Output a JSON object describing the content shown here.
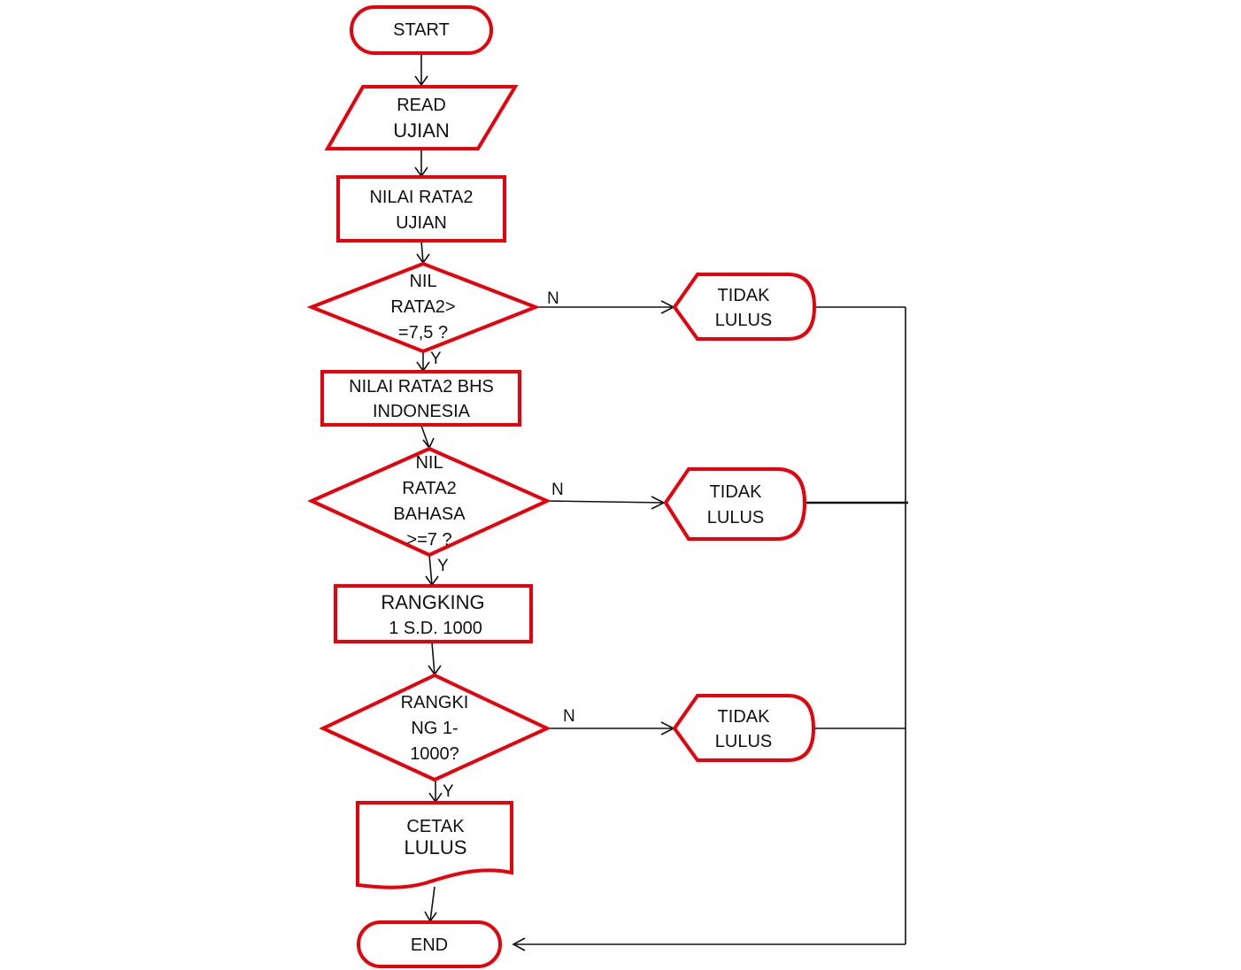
{
  "flowchart": {
    "start": "START",
    "read": [
      "READ",
      "UJIAN"
    ],
    "avg_exam": [
      "NILAI RATA2",
      "UJIAN"
    ],
    "decision1": [
      "NIL",
      "RATA2>",
      "=7,5 ?"
    ],
    "avg_indonesian": [
      "NILAI RATA2 BHS",
      "INDONESIA"
    ],
    "decision2": [
      "NIL",
      "RATA2",
      "BAHASA",
      ">=7 ?"
    ],
    "ranking": [
      "RANGKING",
      "1  S.D. 1000"
    ],
    "decision3": [
      "RANGKI",
      "NG 1-",
      "1000?"
    ],
    "fail1": [
      "TIDAK",
      "LULUS"
    ],
    "fail2": [
      "TIDAK",
      "LULUS"
    ],
    "fail3": [
      "TIDAK",
      "LULUS"
    ],
    "print_pass": [
      "CETAK",
      "LULUS"
    ],
    "end": "END",
    "yes_label": "Y",
    "no_label": "N"
  },
  "colors": {
    "shape_stroke": "#e8000b",
    "connector": "#111111"
  }
}
